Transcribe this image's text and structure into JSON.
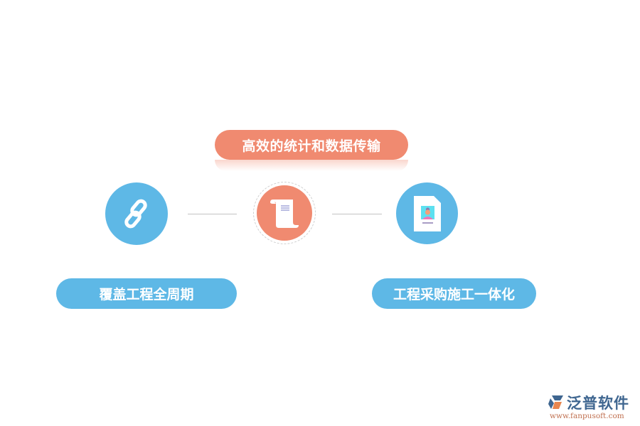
{
  "top_label": {
    "text": "高效的统计和数据传输",
    "color": "#f08a70"
  },
  "left_label": {
    "text": "覆盖工程全周期",
    "color": "#5eb8e6"
  },
  "right_label": {
    "text": "工程采购施工一体化",
    "color": "#5eb8e6"
  },
  "nodes": [
    {
      "icon": "link-chain-icon",
      "color": "#5eb8e6"
    },
    {
      "icon": "scroll-document-icon",
      "color": "#f08a70"
    },
    {
      "icon": "profile-document-icon",
      "color": "#5eb8e6"
    }
  ],
  "watermark": {
    "brand": "泛普软件",
    "url": "www.fanpusoft.com"
  }
}
